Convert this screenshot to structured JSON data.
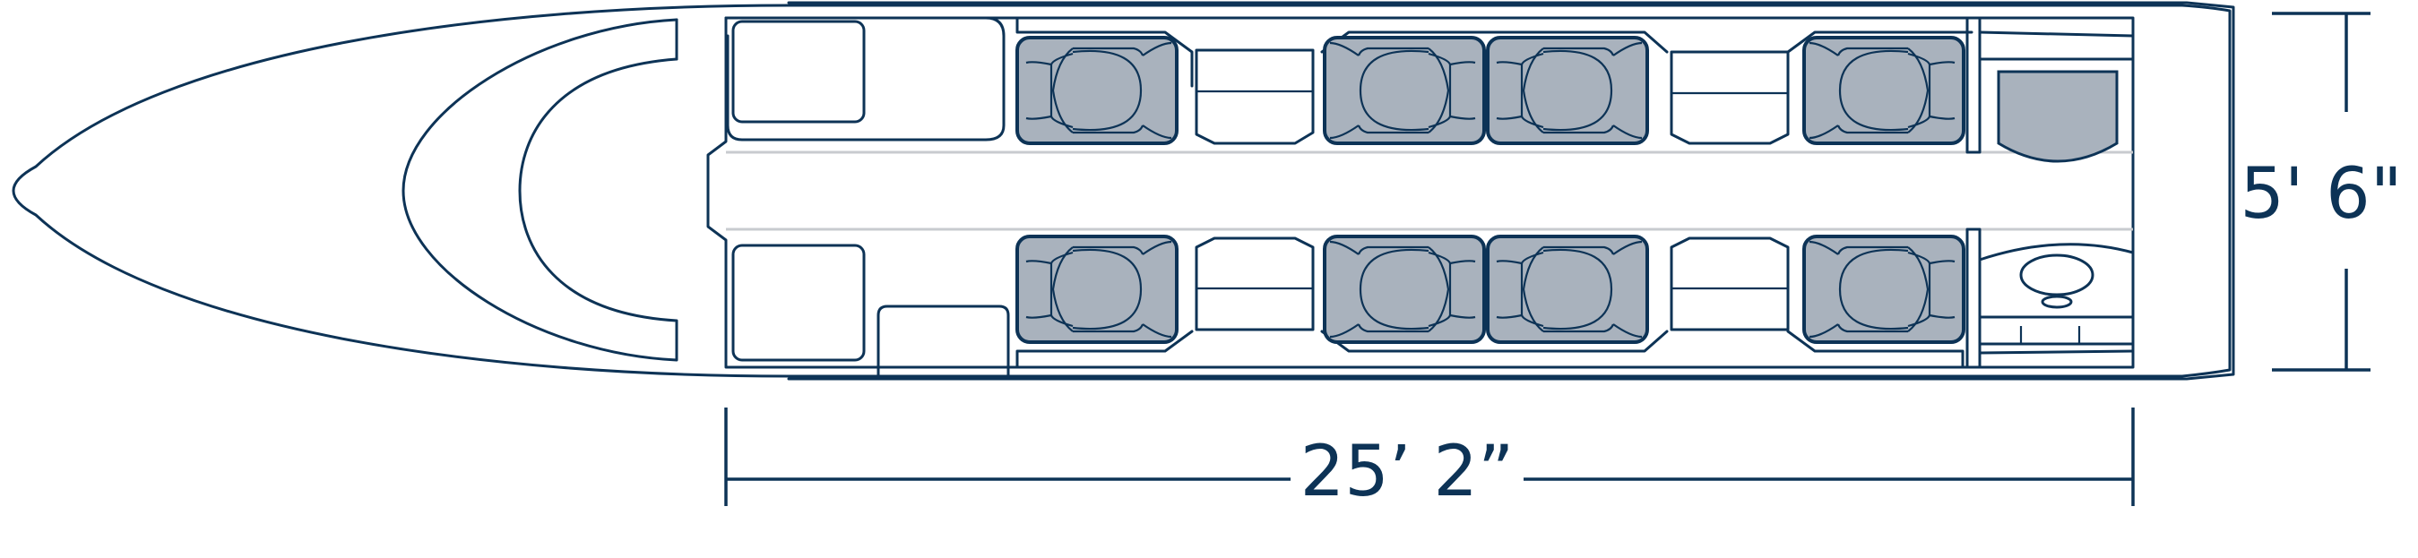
{
  "colors": {
    "outline": "#0d3356",
    "seat_fill": "#a9b2bd",
    "aisle_line": "#c8cbcf",
    "background": "#ffffff"
  },
  "dimensions": {
    "cabin_length": "25’ 2”",
    "cabin_height": "5' 6\""
  },
  "cabin": {
    "seat_count": 8
  }
}
